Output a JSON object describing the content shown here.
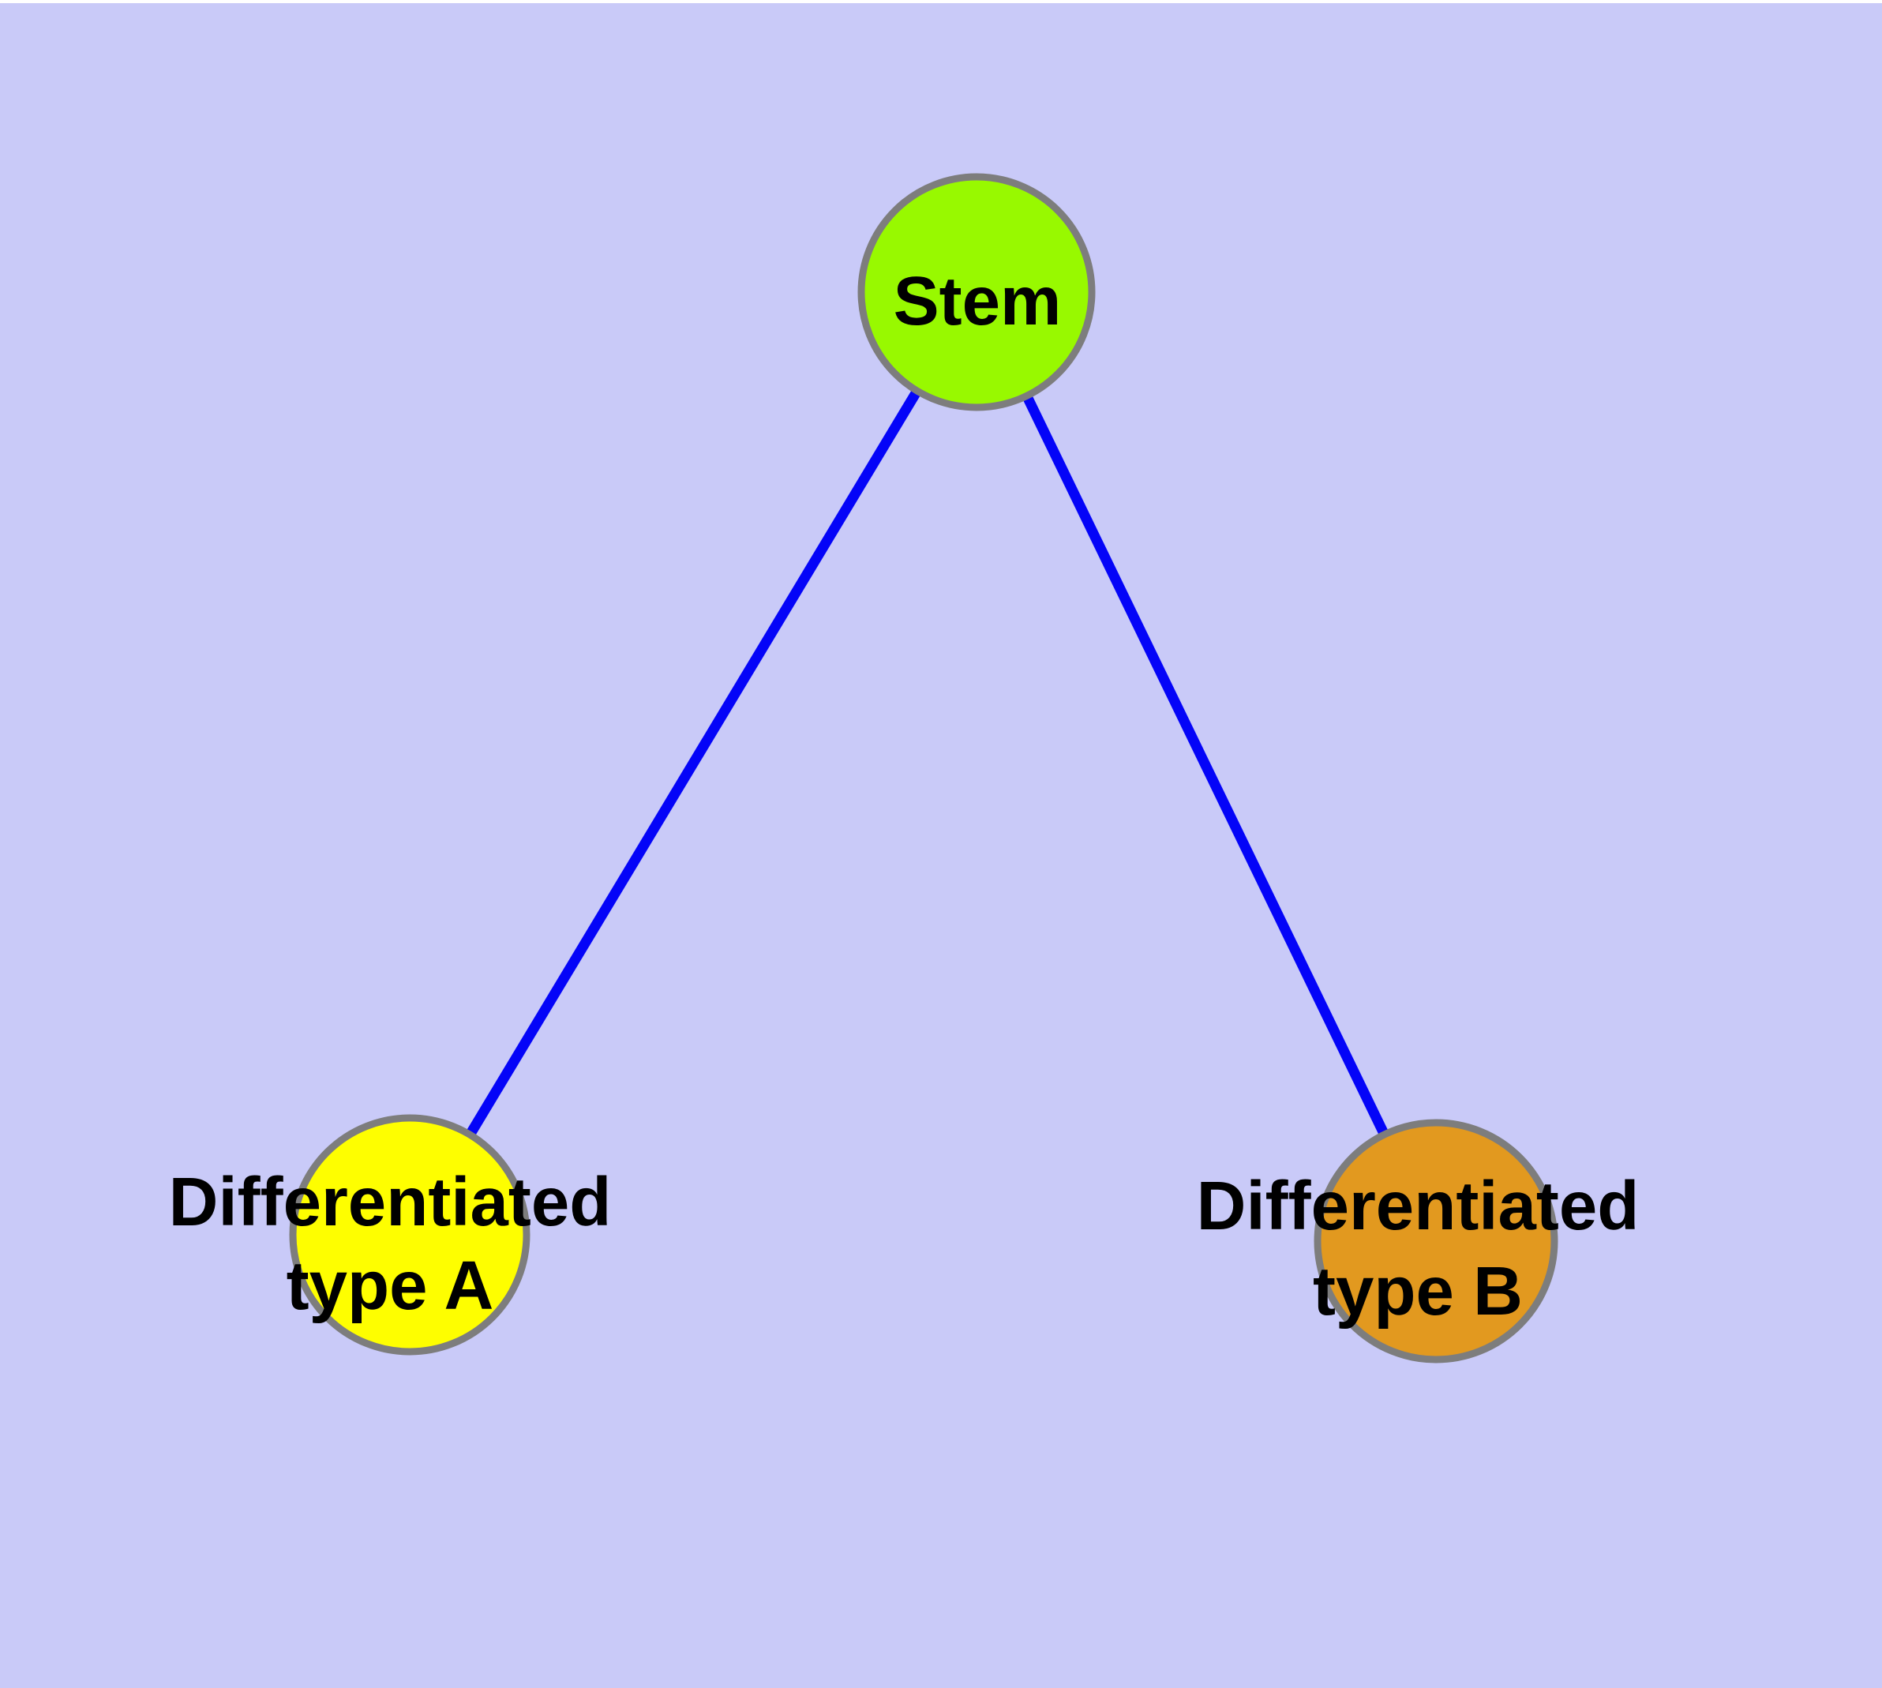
{
  "canvas": {
    "background_color": "#C9CAF8",
    "top_strip_color": "#FFFFFF"
  },
  "edges": {
    "color": "#0404F8",
    "items": [
      {
        "from": "Stem",
        "to": "Differentiated type A"
      },
      {
        "from": "Stem",
        "to": "Differentiated type B"
      }
    ]
  },
  "nodes": {
    "border_color": "#7D7D7D",
    "stem": {
      "label": "Stem",
      "color": "#98F900"
    },
    "type_a": {
      "label_line1": "Differentiated",
      "label_line2": "type A",
      "color": "#FEFE00"
    },
    "type_b": {
      "label_line1": "Differentiated",
      "label_line2": "type B",
      "color": "#E2991F"
    }
  }
}
